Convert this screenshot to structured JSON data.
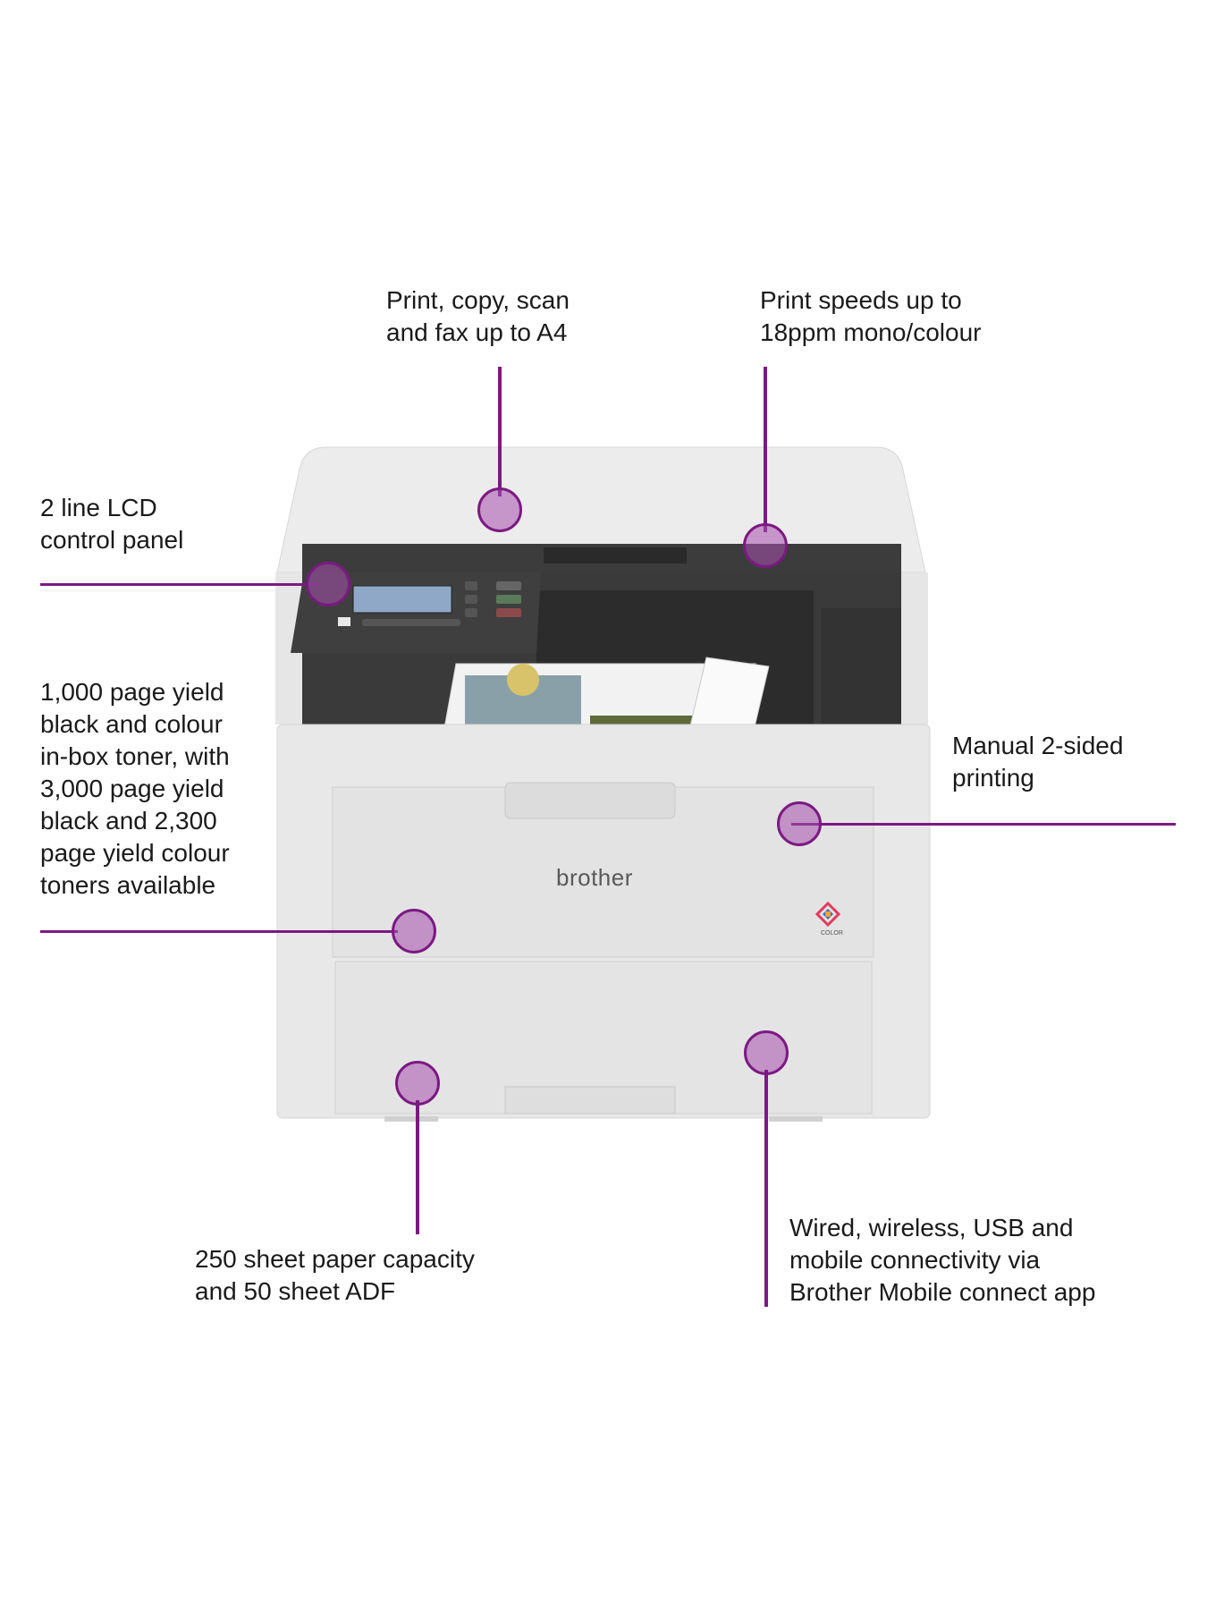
{
  "product": {
    "brand": "brother",
    "color_badge": "COLOR"
  },
  "callouts": [
    {
      "id": "a4",
      "text": "Print, copy, scan\nand fax up to A4"
    },
    {
      "id": "speed",
      "text": "Print speeds up to\n18ppm mono/colour"
    },
    {
      "id": "lcd",
      "text": "2 line LCD\ncontrol panel"
    },
    {
      "id": "toner",
      "text": "1,000 page yield\nblack and colour\nin-box toner, with\n3,000 page yield\nblack and 2,300\npage yield colour\ntoners available"
    },
    {
      "id": "duplex",
      "text": "Manual 2-sided\nprinting"
    },
    {
      "id": "paper",
      "text": "250 sheet paper capacity\nand 50 sheet ADF"
    },
    {
      "id": "connect",
      "text": "Wired, wireless, USB and\nmobile connectivity via\nBrother Mobile connect app"
    }
  ],
  "colors": {
    "accent": "#7b1a82",
    "dot_fill": "#b87dbd"
  }
}
